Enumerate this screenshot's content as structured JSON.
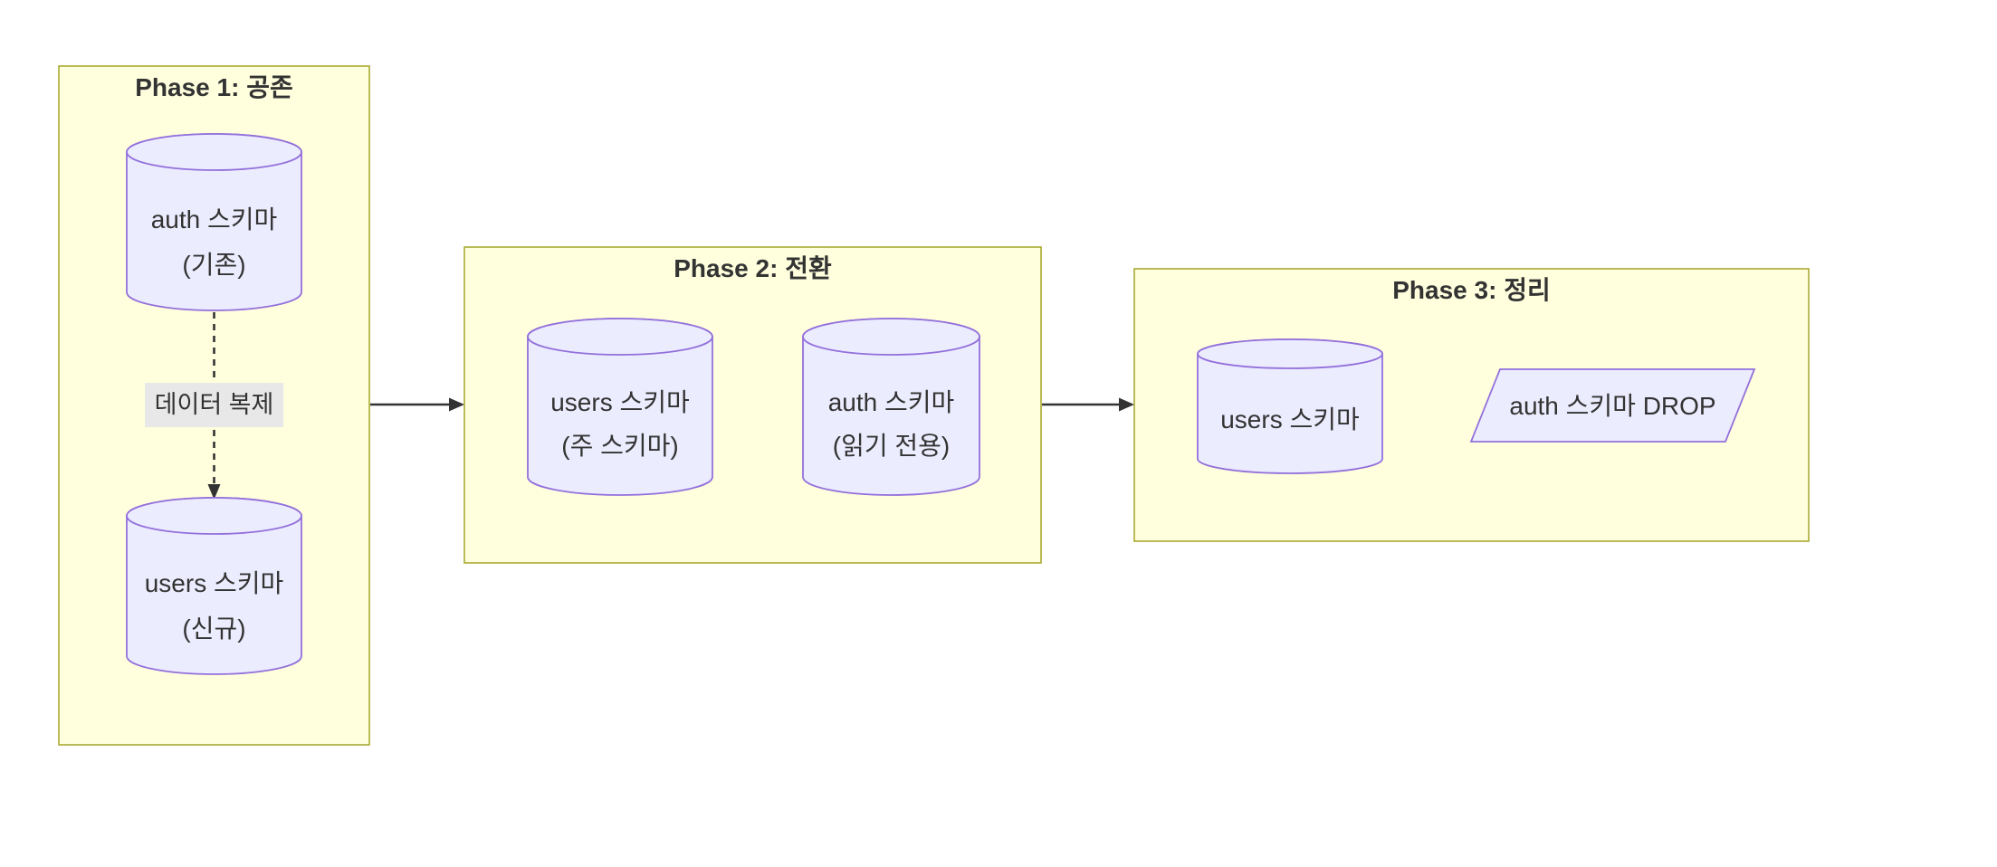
{
  "diagram_type": "flowchart",
  "colors": {
    "background": "#ffffff",
    "subgraph_fill": "#ffffde",
    "subgraph_border": "#aaaa33",
    "node_fill": "#ececff",
    "node_border": "#9370db",
    "text": "#333333",
    "edge": "#333333",
    "edge_label_bg": "#e8e8e8"
  },
  "phases": [
    {
      "id": "phase1",
      "title": "Phase 1: 공존",
      "nodes": [
        {
          "id": "auth-old",
          "shape": "cylinder",
          "lines": [
            "auth 스키마",
            "(기존)"
          ]
        },
        {
          "id": "users-new",
          "shape": "cylinder",
          "lines": [
            "users 스키마",
            "(신규)"
          ]
        }
      ],
      "edges": [
        {
          "from": "auth-old",
          "to": "users-new",
          "label": "데이터 복제",
          "style": "dashed-arrow"
        }
      ]
    },
    {
      "id": "phase2",
      "title": "Phase 2: 전환",
      "nodes": [
        {
          "id": "users-main",
          "shape": "cylinder",
          "lines": [
            "users 스키마",
            "(주 스키마)"
          ]
        },
        {
          "id": "auth-readonly",
          "shape": "cylinder",
          "lines": [
            "auth 스키마",
            "(읽기 전용)"
          ]
        }
      ],
      "edges": []
    },
    {
      "id": "phase3",
      "title": "Phase 3: 정리",
      "nodes": [
        {
          "id": "users-final",
          "shape": "cylinder",
          "lines": [
            "users 스키마"
          ]
        },
        {
          "id": "auth-drop",
          "shape": "parallelogram",
          "lines": [
            "auth 스키마 DROP"
          ]
        }
      ],
      "edges": []
    }
  ],
  "connections": [
    {
      "from": "phase1",
      "to": "phase2",
      "style": "solid-arrow"
    },
    {
      "from": "phase2",
      "to": "phase3",
      "style": "solid-arrow"
    }
  ]
}
